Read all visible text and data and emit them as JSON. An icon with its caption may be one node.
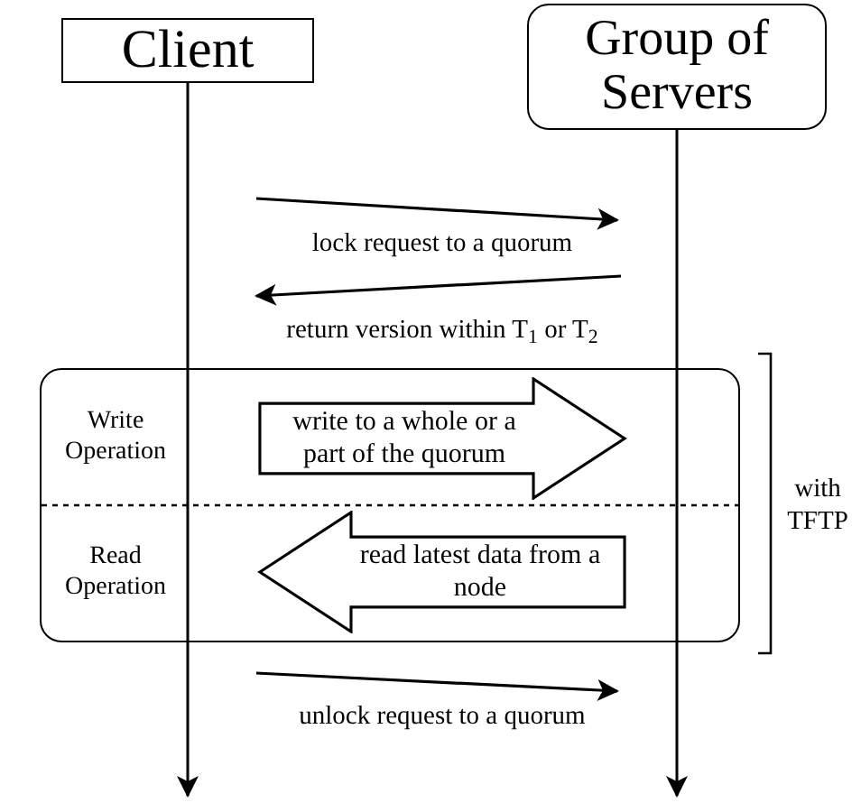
{
  "diagram": {
    "nodes": [
      {
        "text": [
          "Client"
        ]
      },
      {
        "text": [
          "Group of Servers"
        ]
      },
      {
        "text": [
          "Write Operation",
          "Read Operation"
        ]
      },
      {
        "text": [
          "write to a whole or a part of the quorum"
        ],
        "in": 2
      },
      {
        "text": [
          "read latest data from a node"
        ],
        "in": 2
      }
    ],
    "edges": [
      {
        "from": 0,
        "to": null,
        "arrow": "to"
      },
      {
        "from": 1,
        "to": null,
        "arrow": "to"
      }
    ],
    "labels": [
      "lock request to a quorum",
      "return version within T$_{1}$ or T$_{2}$",
      "with TFTP",
      "unlock request to a quorum"
    ]
  }
}
